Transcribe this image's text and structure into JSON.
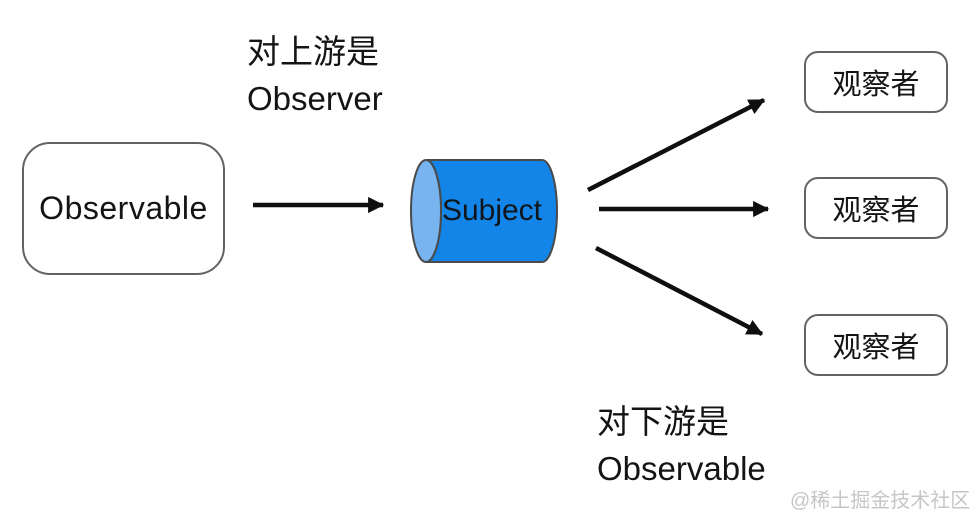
{
  "diagram": {
    "title_hint": "RxJS Subject relationship diagram",
    "source_box": {
      "label": "Observable"
    },
    "subject": {
      "label": "Subject"
    },
    "observers": [
      {
        "label": "观察者"
      },
      {
        "label": "观察者"
      },
      {
        "label": "观察者"
      }
    ],
    "upstream_note": {
      "line1": "对上游是",
      "line2": "Observer"
    },
    "downstream_note": {
      "line1": "对下游是",
      "line2": "Observable"
    },
    "watermark": "@稀土掘金技术社区",
    "colors": {
      "background": "#ffffff",
      "cylinder_body": "#1385e9",
      "cylinder_cap": "#77b4f0",
      "cylinder_stroke": "#4a4a4a",
      "box_border": "#636363",
      "arrow": "#0f0f0f",
      "text": "#141414",
      "watermark": "#c6c6c6"
    }
  }
}
